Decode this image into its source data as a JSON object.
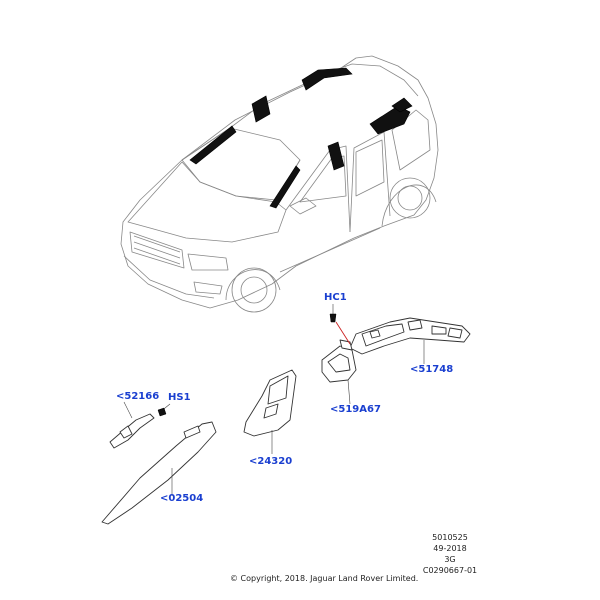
{
  "callouts": {
    "hc1": "HC1",
    "p51748": "<51748",
    "p519a67": "<519A67",
    "p52166": "<52166",
    "hs1": "HS1",
    "p24320": "<24320",
    "p02504": "<02504"
  },
  "drawing_info": {
    "line1": "5010525",
    "line2": "49-2018",
    "line3": "3G",
    "line4": "C0290667-01"
  },
  "copyright": "© Copyright, 2018. Jaguar Land Rover Limited.",
  "colors": {
    "callout": "#1a3fd0",
    "line_art": "#444444",
    "leader": "#cc2222"
  }
}
